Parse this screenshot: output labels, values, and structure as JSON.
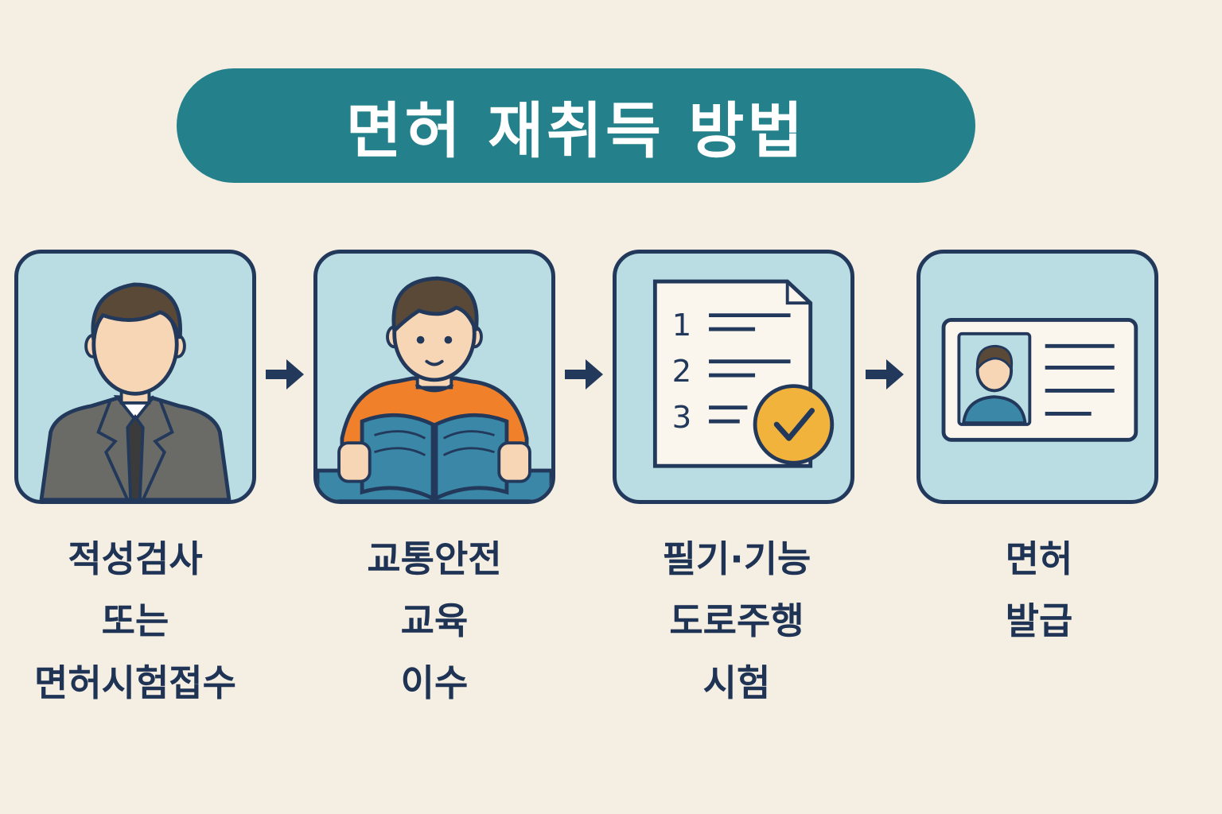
{
  "title": "면허 재취득 방법",
  "steps": [
    {
      "icon": "businessman-icon",
      "lines": [
        "적성검사",
        "또는",
        "면허시험접수"
      ]
    },
    {
      "icon": "student-reading-book-icon",
      "lines": [
        "교통안전",
        "교육",
        "이수"
      ]
    },
    {
      "icon": "test-checklist-icon",
      "lines": [
        "필기·기능",
        "도로주행",
        "시험"
      ],
      "checklist_numbers": [
        "1",
        "2",
        "3"
      ]
    },
    {
      "icon": "license-card-icon",
      "lines": [
        "면허",
        "발급"
      ]
    }
  ],
  "colors": {
    "background": "#f4eee3",
    "title_pill": "#24808a",
    "card_fill": "#b9dde3",
    "outline": "#23395b",
    "shirt_orange": "#f0802a",
    "book_blue": "#3a87a8",
    "check_yellow": "#f2b33c"
  }
}
